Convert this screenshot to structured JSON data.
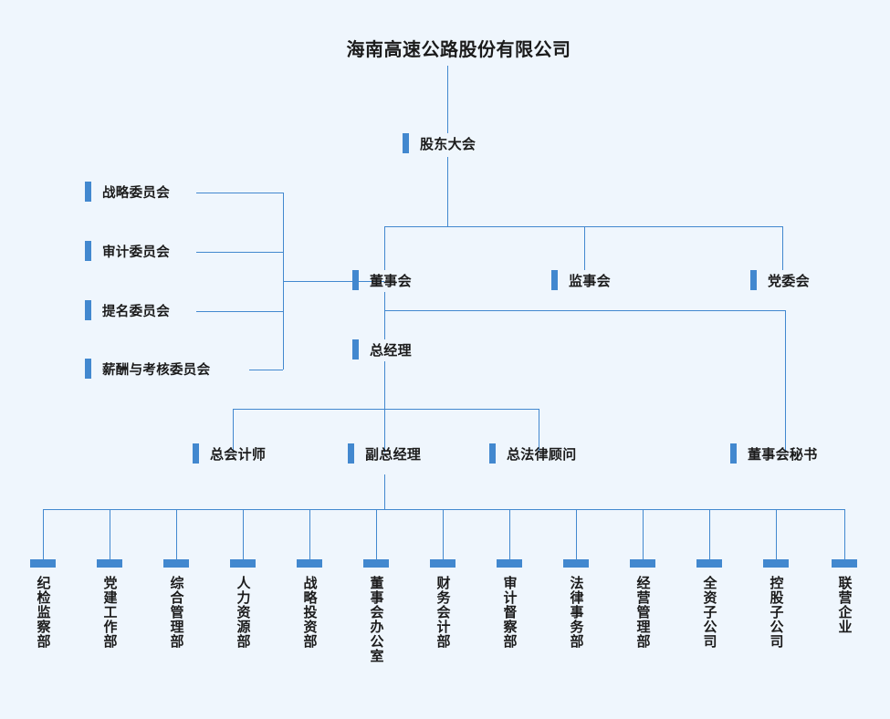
{
  "meta": {
    "accent_color": "#4288cf",
    "background_color": "#eff6fd",
    "text_color": "#1b1b1b",
    "line_color": "#4288cf"
  },
  "title": "海南高速公路股份有限公司",
  "nodes": {
    "shareholders_meeting": "股东大会",
    "board_of_directors": "董事会",
    "supervisory_board": "监事会",
    "party_committee": "党委会",
    "general_manager": "总经理",
    "chief_accountant": "总会计师",
    "deputy_general_manager": "副总经理",
    "chief_legal_counsel": "总法律顾问",
    "board_secretary": "董事会秘书"
  },
  "committees": [
    {
      "label": "战略委员会"
    },
    {
      "label": "审计委员会"
    },
    {
      "label": "提名委员会"
    },
    {
      "label": "薪酬与考核委员会"
    }
  ],
  "departments": [
    {
      "label": "纪检监察部"
    },
    {
      "label": "党建工作部"
    },
    {
      "label": "综合管理部"
    },
    {
      "label": "人力资源部"
    },
    {
      "label": "战略投资部"
    },
    {
      "label": "董事会办公室"
    },
    {
      "label": "财务会计部"
    },
    {
      "label": "审计督察部"
    },
    {
      "label": "法律事务部"
    },
    {
      "label": "经营管理部"
    },
    {
      "label": "全资子公司"
    },
    {
      "label": "控股子公司"
    },
    {
      "label": "联营企业"
    }
  ]
}
